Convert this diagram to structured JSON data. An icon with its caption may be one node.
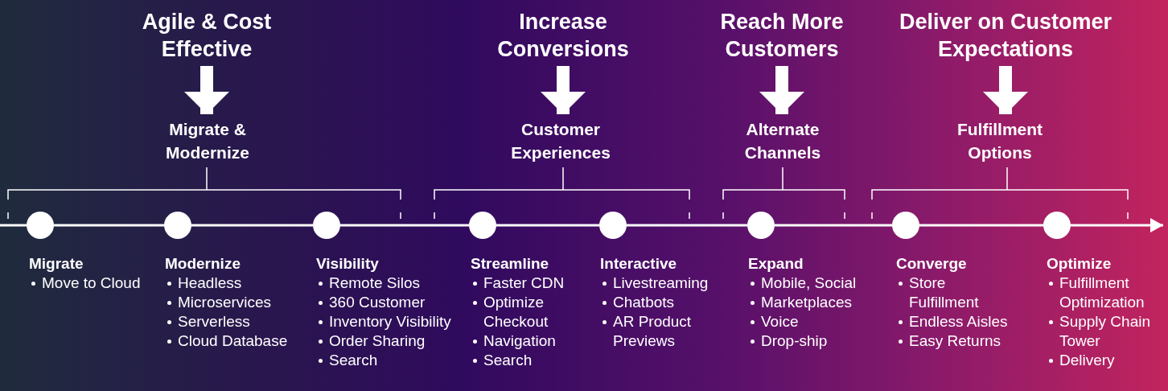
{
  "diagram": {
    "nodes": [
      {
        "text": [
          "Agile & Cost Effective"
        ]
      },
      {
        "text": [
          "Increase Conversions"
        ]
      },
      {
        "text": [
          "Reach More Customers"
        ]
      },
      {
        "text": [
          "Deliver on Customer Expectations"
        ]
      },
      {
        "text": [
          "Migrate & Modernize"
        ]
      },
      {
        "text": [
          "Customer Experiences"
        ]
      },
      {
        "text": [
          "Alternate Channels"
        ]
      },
      {
        "text": [
          "Fulfillment Options"
        ]
      },
      {
        "text": [],
        "shape": "circle",
        "beside": [
          "Migrate",
          "Move to Cloud"
        ]
      },
      {
        "text": [],
        "shape": "circle",
        "beside": [
          "Modernize",
          "Headless",
          "Microservices",
          "Serverless",
          "Cloud Database"
        ]
      },
      {
        "text": [],
        "shape": "circle",
        "beside": [
          "Visibility",
          "Remote Silos",
          "360 Customer",
          "Inventory Visibility",
          "Order Sharing",
          "Search"
        ]
      },
      {
        "text": [],
        "shape": "circle",
        "beside": [
          "Streamline",
          "Faster CDN",
          "Optimize Checkout",
          "Navigation",
          "Search"
        ]
      },
      {
        "text": [],
        "shape": "circle",
        "beside": [
          "Interactive",
          "Livestreaming",
          "Chatbots",
          "AR Product Previews"
        ]
      },
      {
        "text": [],
        "shape": "circle",
        "beside": [
          "Expand",
          "Mobile, Social",
          "Marketplaces",
          "Voice",
          "Drop-ship"
        ]
      },
      {
        "text": [],
        "shape": "circle",
        "beside": [
          "Converge",
          "Store Fulfillment",
          "Endless Aisles",
          "Easy Returns"
        ]
      },
      {
        "text": [],
        "shape": "circle",
        "beside": [
          "Optimize",
          "Fulfillment Optimization",
          "Supply Chain Tower",
          "Delivery"
        ]
      }
    ],
    "edges": [
      {
        "from": 0,
        "to": 4,
        "arrow": "to",
        "style": "thick"
      },
      {
        "from": 1,
        "to": 5,
        "arrow": "to",
        "style": "thick"
      },
      {
        "from": 2,
        "to": 6,
        "arrow": "to",
        "style": "thick"
      },
      {
        "from": 3,
        "to": 7,
        "arrow": "to",
        "style": "thick"
      },
      {
        "from": null,
        "to": 8,
        "arrow": "none"
      },
      {
        "from": 8,
        "to": 9,
        "arrow": "none"
      },
      {
        "from": 9,
        "to": 10,
        "arrow": "none"
      },
      {
        "from": 10,
        "to": 11,
        "arrow": "none"
      },
      {
        "from": 11,
        "to": 12,
        "arrow": "none"
      },
      {
        "from": 12,
        "to": 13,
        "arrow": "none"
      },
      {
        "from": 13,
        "to": 14,
        "arrow": "none"
      },
      {
        "from": 14,
        "to": 15,
        "arrow": "none"
      },
      {
        "from": 15,
        "to": null,
        "arrow": "to"
      }
    ]
  }
}
